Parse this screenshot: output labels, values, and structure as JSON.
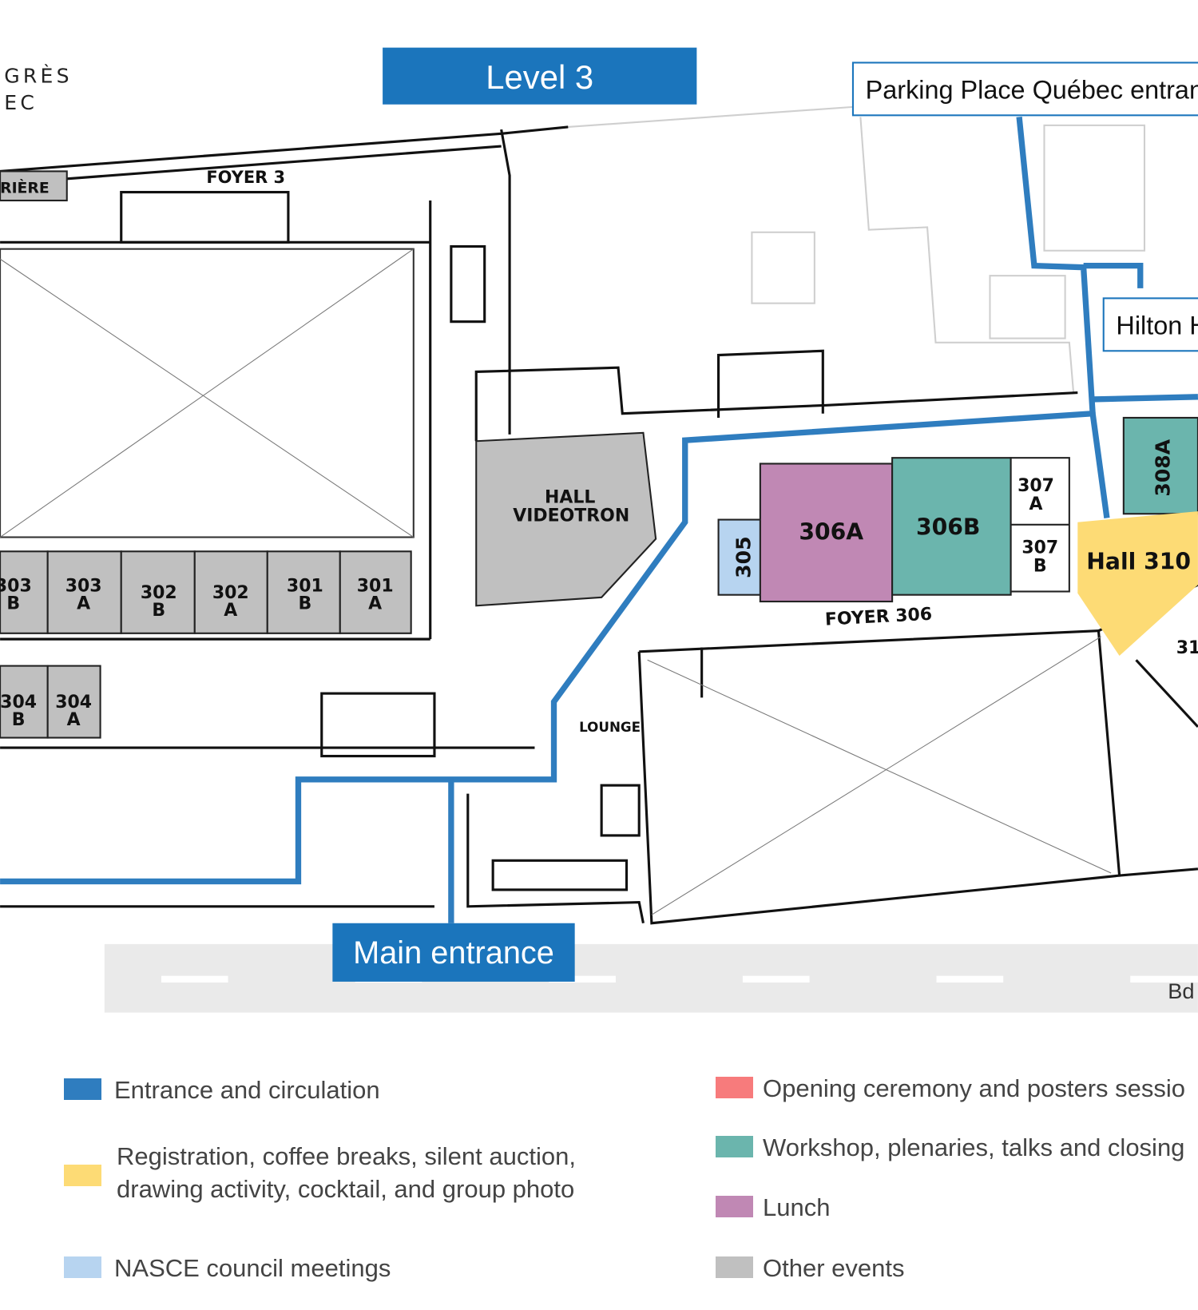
{
  "logo": {
    "line1": "GRÈS",
    "line2": "EC"
  },
  "header": {
    "level": "Level 3"
  },
  "signs": {
    "parking": "Parking Place Québec entran",
    "hilton": "Hilton H",
    "main_entrance": "Main entrance",
    "street": "Bd"
  },
  "rooms": {
    "riviere": "RIÈRE",
    "foyer3": "FOYER 3",
    "hall_videotron_1": "HALL",
    "hall_videotron_2": "VIDEOTRON",
    "r303b": [
      "303",
      "B"
    ],
    "r303a": [
      "303",
      "A"
    ],
    "r302b": [
      "302",
      "B"
    ],
    "r302a": [
      "302",
      "A"
    ],
    "r301b": [
      "301",
      "B"
    ],
    "r301a": [
      "301",
      "A"
    ],
    "r304b": [
      "304",
      "B"
    ],
    "r304a": [
      "304",
      "A"
    ],
    "r305": "305",
    "r306a": "306A",
    "r306b": "306B",
    "r307a": [
      "307",
      "A"
    ],
    "r307b": [
      "307",
      "B"
    ],
    "r308a": "308A",
    "hall310": "Hall 310",
    "r31x": "31",
    "foyer306": "FOYER 306",
    "lounge": "LOUNGE"
  },
  "colors": {
    "circulation": "#2f7dbf",
    "registration": "#fddb75",
    "nasce": "#b7d4f0",
    "opening": "#f77b7c",
    "workshop": "#6bb5ad",
    "lunch": "#c088b4",
    "other": "#c0c0c0",
    "header_bg": "#1b75bc"
  },
  "legend": [
    {
      "label": "Entrance and circulation",
      "color": "#2f7dbf"
    },
    {
      "label": "Registration, coffee breaks, silent auction,",
      "label2": "drawing activity, cocktail, and group photo",
      "color": "#fddb75"
    },
    {
      "label": "NASCE council meetings",
      "color": "#b7d4f0"
    },
    {
      "label": "Opening ceremony and posters sessio",
      "color": "#f77b7c"
    },
    {
      "label": "Workshop, plenaries, talks and closing",
      "color": "#6bb5ad"
    },
    {
      "label": "Lunch",
      "color": "#c088b4"
    },
    {
      "label": "Other events",
      "color": "#c0c0c0"
    }
  ]
}
